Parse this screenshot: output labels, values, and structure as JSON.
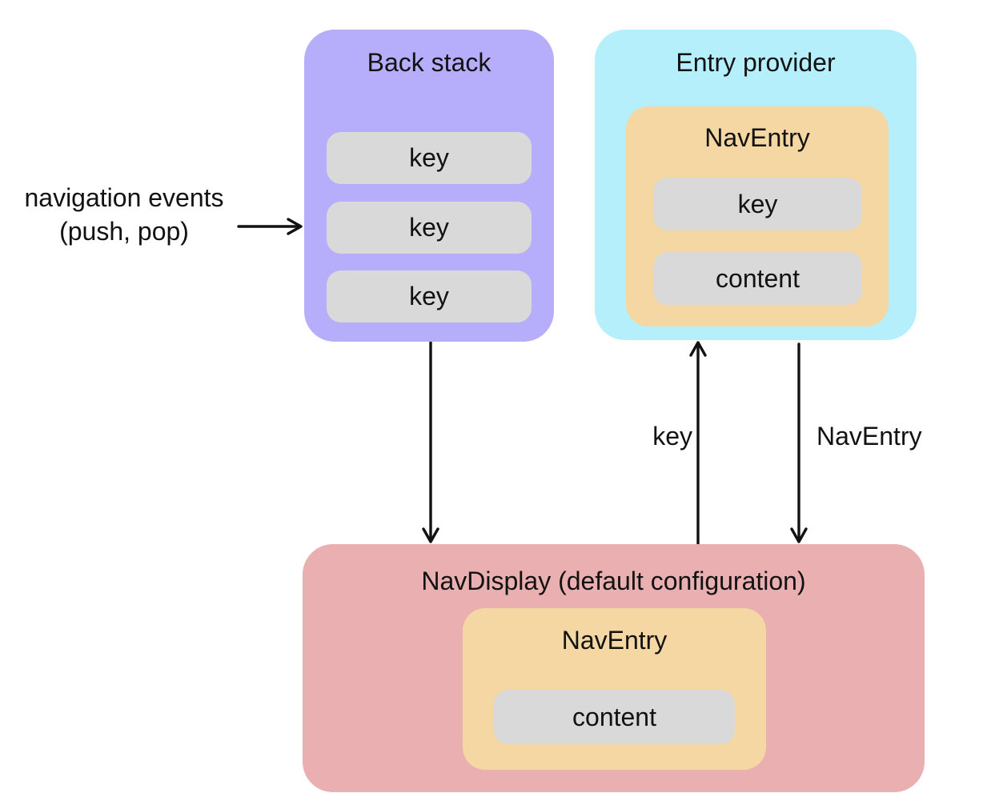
{
  "colors": {
    "purple": "#b6aefa",
    "cyan": "#b5effc",
    "orange": "#f4d7a2",
    "pink": "#e9afb1",
    "gray": "#d9d9d9",
    "ink": "#121212",
    "bg": "#ffffff"
  },
  "external_label": {
    "line1": "navigation events",
    "line2": "(push, pop)"
  },
  "back_stack": {
    "title": "Back stack",
    "keys": [
      "key",
      "key",
      "key"
    ]
  },
  "entry_provider": {
    "title": "Entry provider",
    "nav_entry": {
      "title": "NavEntry",
      "key_label": "key",
      "content_label": "content"
    }
  },
  "nav_display": {
    "title": "NavDisplay (default configuration)",
    "nav_entry": {
      "title": "NavEntry",
      "content_label": "content"
    }
  },
  "arrow_labels": {
    "key": "key",
    "nav_entry": "NavEntry"
  }
}
